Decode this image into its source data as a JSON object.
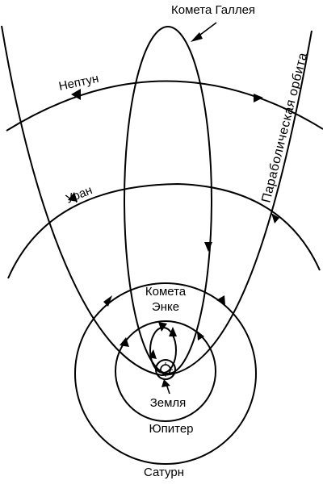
{
  "labels": {
    "halley": "Комета Галлея",
    "neptune": "Нептун",
    "parabolic": "Параболическая  орбита",
    "uranus": "Уран",
    "encke_1": "Комета",
    "encke_2": "Энке",
    "earth": "Земля",
    "jupiter": "Юпитер",
    "saturn": "Сатурн"
  },
  "colors": {
    "line": "#000000",
    "background": "#ffffff"
  }
}
